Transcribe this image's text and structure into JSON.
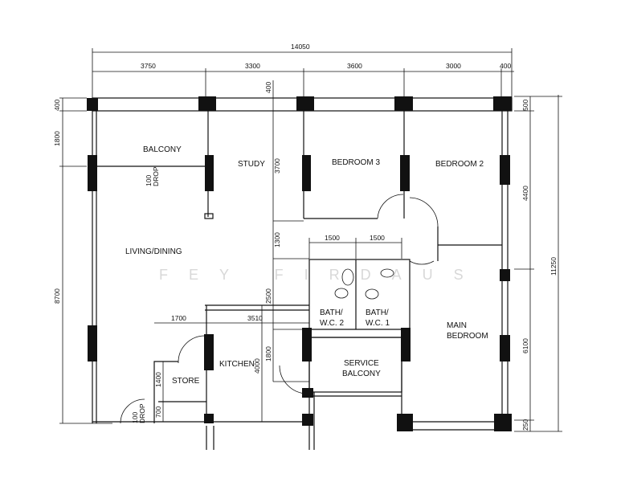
{
  "title": "Floor plan",
  "watermark": "FEY FIRDAUS",
  "rooms": {
    "balcony": "BALCONY",
    "study": "STUDY",
    "bedroom3": "BEDROOM 3",
    "bedroom2": "BEDROOM 2",
    "living_dining": "LIVING/DINING",
    "bath2_a": "BATH/",
    "bath2_b": "W.C. 2",
    "bath1_a": "BATH/",
    "bath1_b": "W.C. 1",
    "main_bedroom_a": "MAIN",
    "main_bedroom_b": "BEDROOM",
    "service_balcony_a": "SERVICE",
    "service_balcony_b": "BALCONY",
    "kitchen": "KITCHEN",
    "store": "STORE",
    "drop1_a": "100",
    "drop1_b": "DROP",
    "drop2_a": "100",
    "drop2_b": "DROP"
  },
  "dimensions": {
    "overall_width": "14050",
    "top": [
      "3750",
      "3300",
      "3600",
      "3000",
      "400"
    ],
    "left": [
      "400",
      "1800",
      "8700"
    ],
    "right": [
      "500",
      "4400",
      "6100",
      "250"
    ],
    "overall_depth": "11250",
    "study_top": "400",
    "study_depth": "3700",
    "corridor": "1300",
    "bath_depth": "2500",
    "service_depth": "1800",
    "kitchen_depth": "4000",
    "bath_widths": [
      "1500",
      "1500"
    ],
    "store_width": "1700",
    "kitchen_width": "3510",
    "store_depth": "1400",
    "store_bottom": "700"
  }
}
